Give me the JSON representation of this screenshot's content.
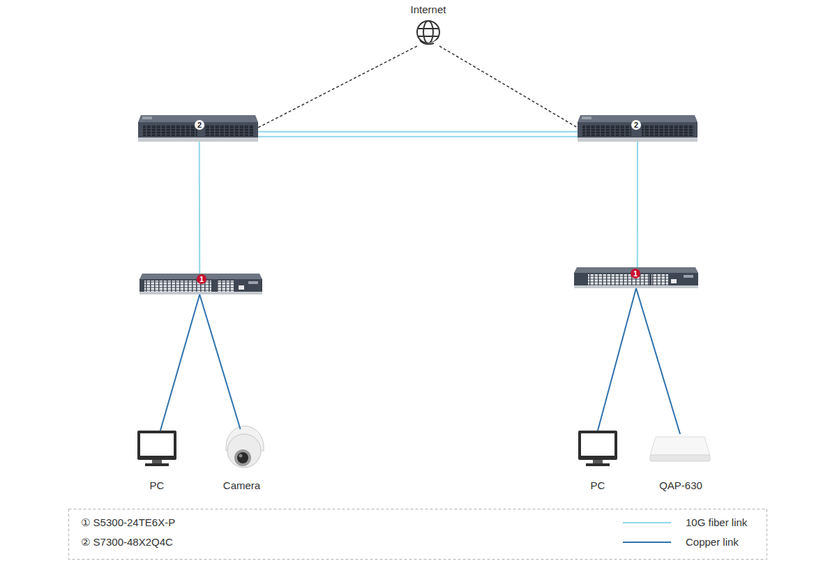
{
  "diagram": {
    "nodes": [
      {
        "text": [
          "Internet"
        ]
      },
      {
        "text": [
          "2"
        ]
      },
      {
        "text": [
          "2"
        ]
      },
      {
        "text": [
          "1"
        ]
      },
      {
        "text": [
          "1"
        ]
      },
      {
        "text": [
          "PC"
        ]
      },
      {
        "text": [
          "Camera"
        ]
      },
      {
        "text": [
          "PC"
        ]
      },
      {
        "text": [
          "QAP-630"
        ]
      }
    ],
    "edges": [
      {
        "from": 0,
        "to": 1,
        "arrow": "none"
      },
      {
        "from": 0,
        "to": 2,
        "arrow": "none"
      },
      {
        "from": 1,
        "to": 2,
        "arrow": "none"
      },
      {
        "from": 1,
        "to": 3,
        "arrow": "none"
      },
      {
        "from": 2,
        "to": 4,
        "arrow": "none"
      },
      {
        "from": 3,
        "to": 5,
        "arrow": "none"
      },
      {
        "from": 3,
        "to": 6,
        "arrow": "none"
      },
      {
        "from": 4,
        "to": 7,
        "arrow": "none"
      },
      {
        "from": 4,
        "to": 8,
        "arrow": "none"
      }
    ],
    "legend": [
      {
        "text": "① S5300-24TE6X-P"
      },
      {
        "text": "10G fiber link"
      },
      {
        "text": "② S7300-48X2Q4C"
      },
      {
        "text": "Copper link"
      }
    ]
  }
}
